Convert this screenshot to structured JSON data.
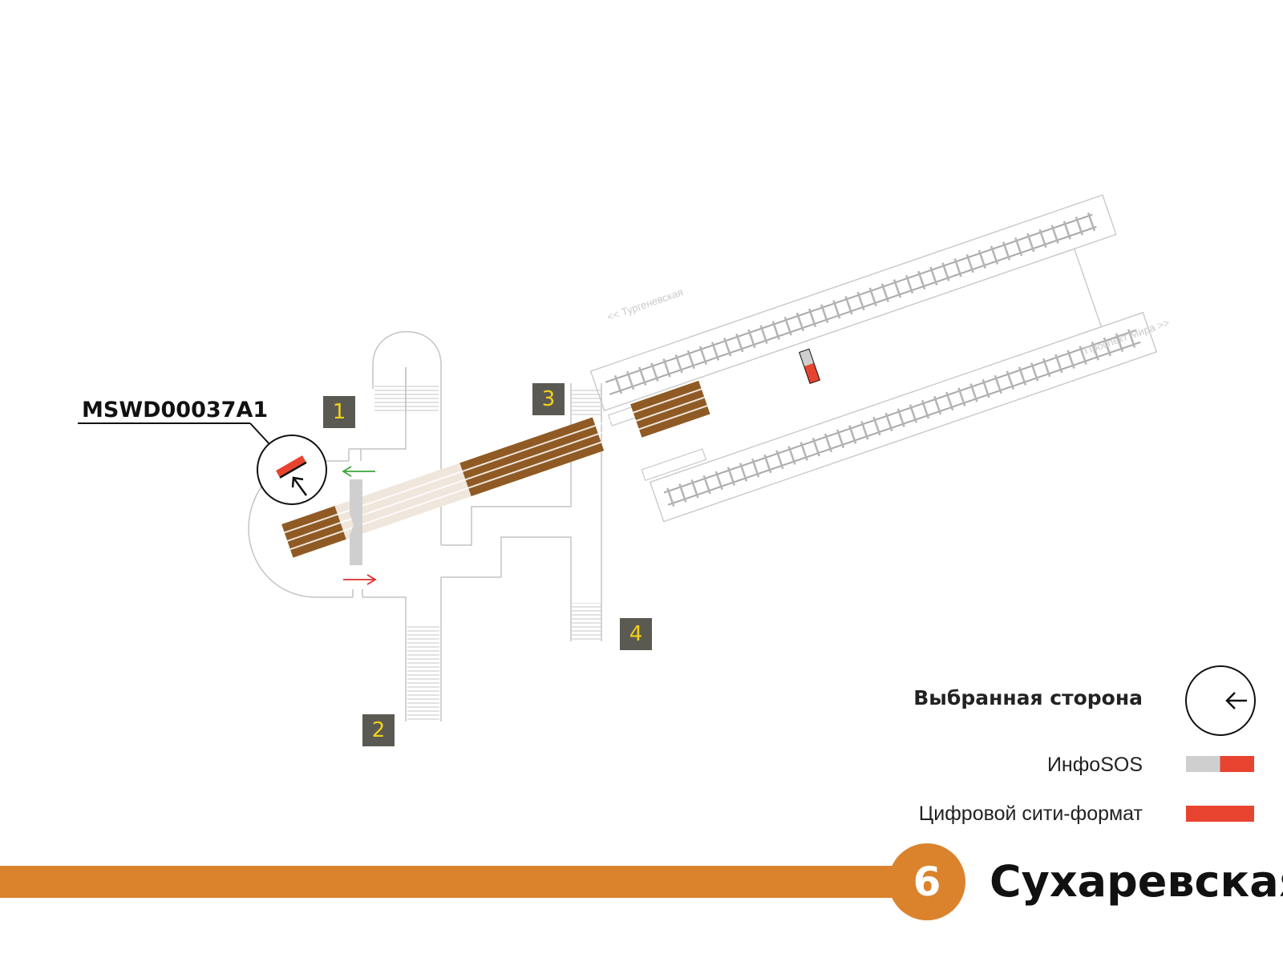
{
  "device": {
    "id": "MSWD00037A1"
  },
  "exits": [
    {
      "number": "1"
    },
    {
      "number": "2"
    },
    {
      "number": "3"
    },
    {
      "number": "4"
    }
  ],
  "directions": {
    "left": "<< Тургеневская",
    "right": "Проспект Мира >>"
  },
  "legend": {
    "selected_side": "Выбранная сторона",
    "infosos": "ИнфоSOS",
    "digital_city_format": "Цифровой сити-формат"
  },
  "line": {
    "number": "6",
    "color": "#da832c"
  },
  "station": {
    "name": "Сухаревская"
  },
  "colors": {
    "track_brown": "#8f5a24",
    "device_red": "#e8432f",
    "infosos_gray": "#cfcfcf",
    "exit_badge_bg": "#5b5a52",
    "exit_badge_text": "#f3d11a",
    "arrow_green": "#3aa63a",
    "arrow_red": "#e02d2d"
  }
}
